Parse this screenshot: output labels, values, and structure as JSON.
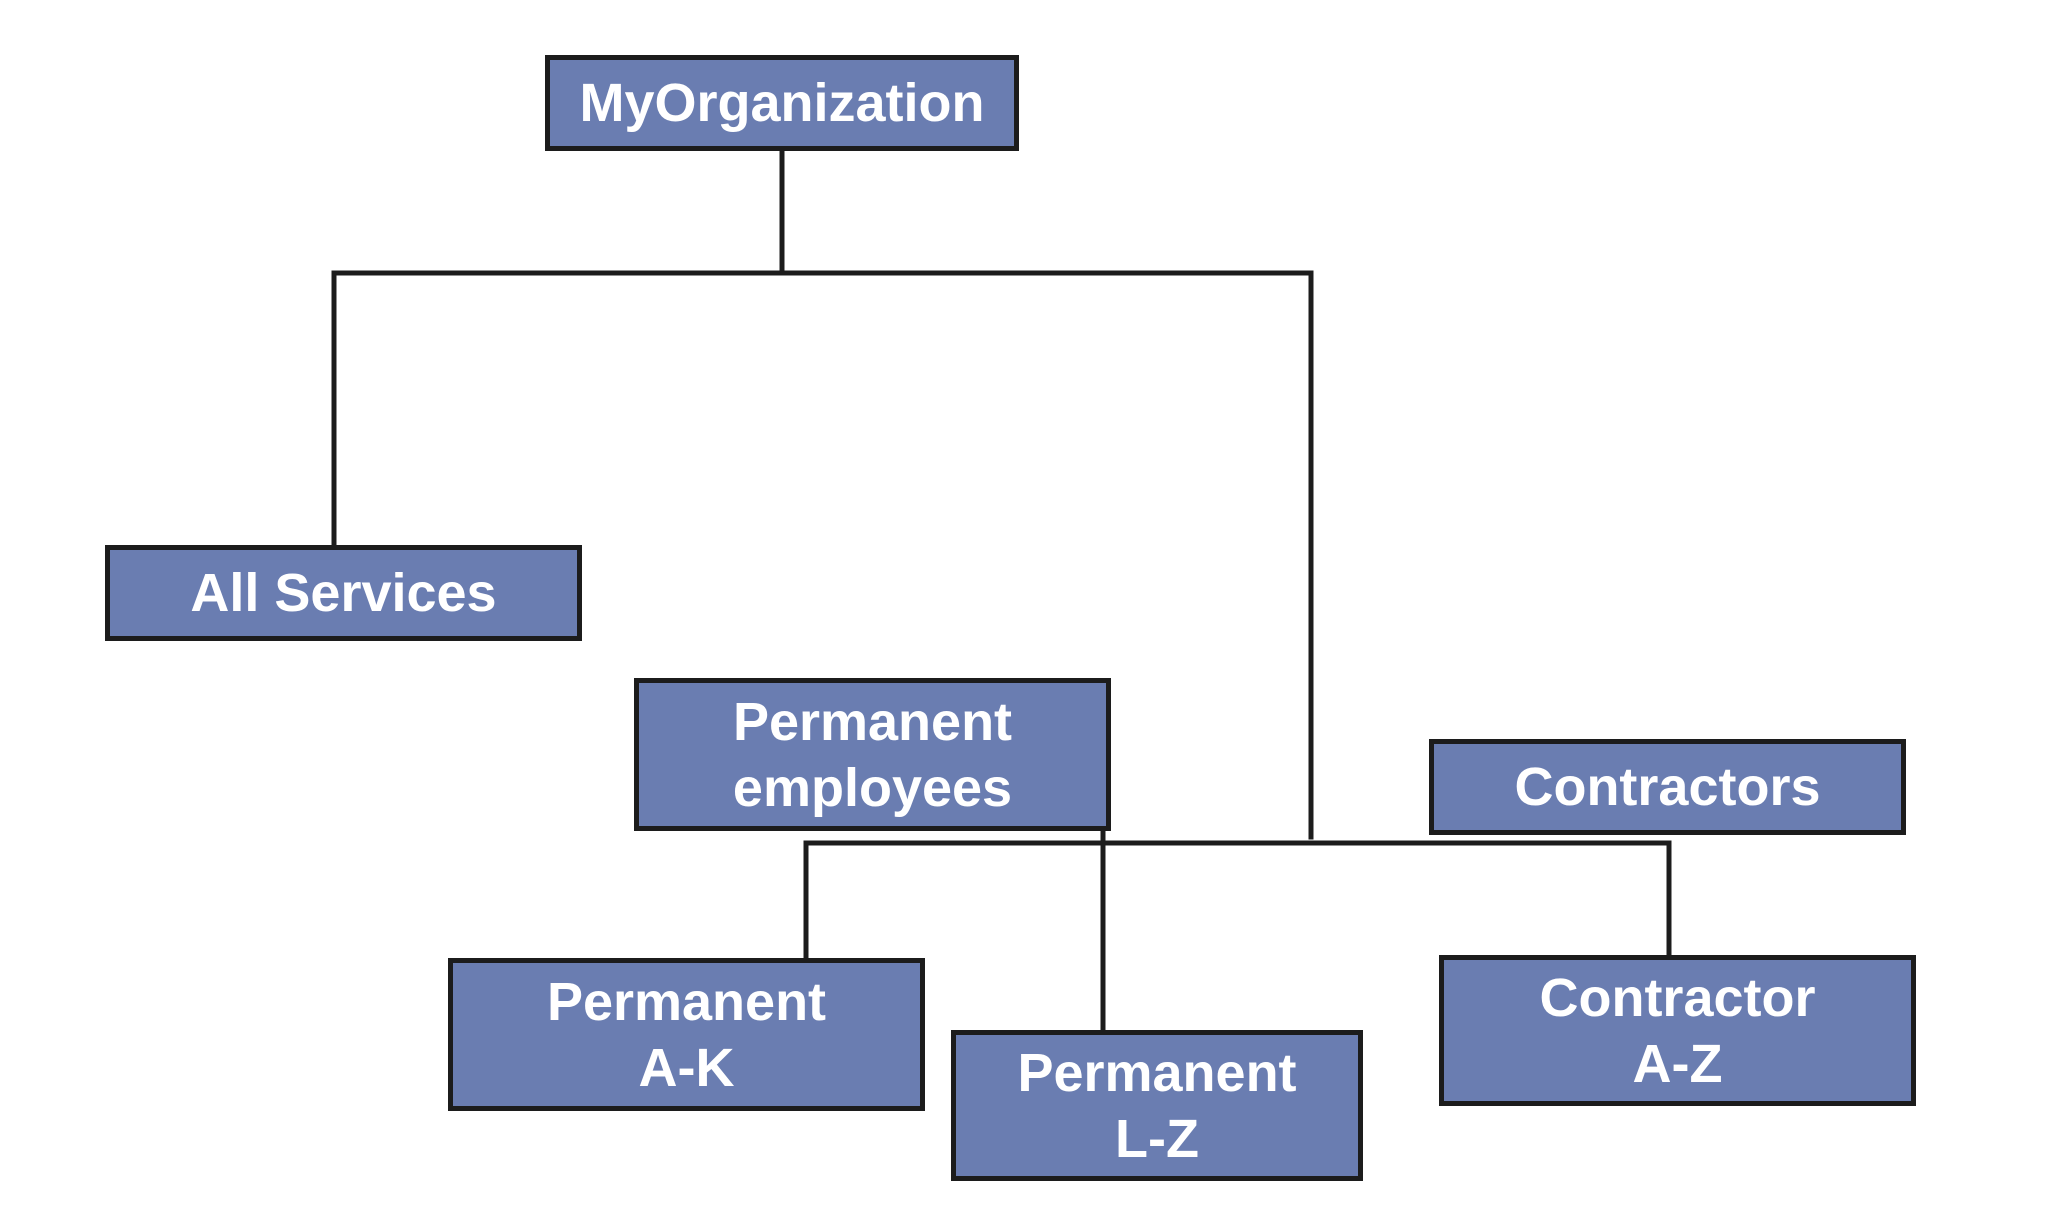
{
  "diagram": {
    "nodes": {
      "root": {
        "lines": [
          "MyOrganization"
        ]
      },
      "all_services": {
        "lines": [
          "All Services"
        ]
      },
      "permanent_employees": {
        "lines": [
          "Permanent",
          "employees"
        ]
      },
      "contractors": {
        "lines": [
          "Contractors"
        ]
      },
      "permanent_ak": {
        "lines": [
          "Permanent",
          "A-K"
        ]
      },
      "permanent_lz": {
        "lines": [
          "Permanent",
          "L-Z"
        ]
      },
      "contractor_az": {
        "lines": [
          "Contractor",
          "A-Z"
        ]
      }
    },
    "colors": {
      "node_fill": "#6a7db1",
      "node_border": "#1c1c1c",
      "node_text": "#ffffff",
      "connector": "#1c1c1c"
    }
  }
}
